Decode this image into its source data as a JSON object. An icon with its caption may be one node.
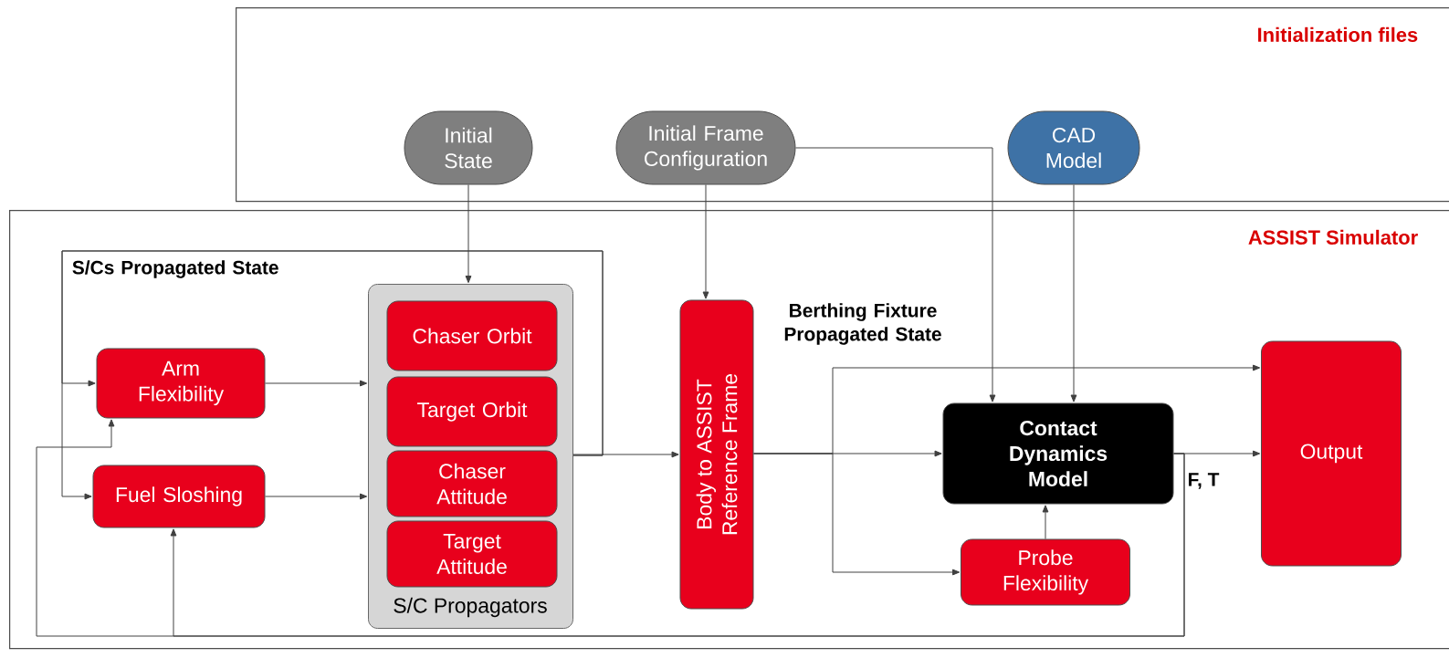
{
  "diagram": {
    "nodes": [
      {
        "text": [
          "Initialization files"
        ]
      },
      {
        "text": [
          "Initial State"
        ],
        "in": 0
      },
      {
        "text": [
          "Initial Frame Configuration"
        ],
        "in": 0
      },
      {
        "text": [
          "CAD Model"
        ],
        "in": 0
      },
      {
        "text": [
          "ASSIST Simulator"
        ]
      },
      {
        "text": [
          "Arm Flexibility"
        ],
        "in": 4
      },
      {
        "text": [
          "Fuel Sloshing"
        ],
        "in": 4
      },
      {
        "text": [
          "S/C Propagators"
        ],
        "in": 4
      },
      {
        "text": [
          "Chaser Orbit"
        ],
        "in": 7
      },
      {
        "text": [
          "Target Orbit"
        ],
        "in": 7
      },
      {
        "text": [
          "Chaser Attitude"
        ],
        "in": 7
      },
      {
        "text": [
          "Target Attitude"
        ],
        "in": 7
      },
      {
        "text": [
          "Body to ASSIST Reference Frame"
        ],
        "in": 4
      },
      {
        "text": [
          "Contact Dynamics Model"
        ],
        "in": 4
      },
      {
        "text": [
          "Probe Flexibility"
        ],
        "in": 4
      },
      {
        "text": [
          "Output"
        ],
        "in": 4
      }
    ],
    "edges": [
      {
        "from": 1,
        "to": 7,
        "arrow": "to"
      },
      {
        "from": 2,
        "to": 12,
        "arrow": "to"
      },
      {
        "from": 2,
        "to": 13,
        "arrow": "to"
      },
      {
        "from": 3,
        "to": 13,
        "arrow": "to"
      },
      {
        "from": 5,
        "to": 7,
        "arrow": "to"
      },
      {
        "from": 6,
        "to": 7,
        "arrow": "to"
      },
      {
        "from": 7,
        "to": 12,
        "arrow": "to"
      },
      {
        "from": 7,
        "to": 5,
        "arrow": "to"
      },
      {
        "from": 7,
        "to": 6,
        "arrow": "to"
      },
      {
        "from": 12,
        "to": 13,
        "arrow": "to"
      },
      {
        "from": 12,
        "to": 15,
        "arrow": "to"
      },
      {
        "from": 12,
        "to": 14,
        "arrow": "to"
      },
      {
        "from": 14,
        "to": 13,
        "arrow": "to"
      },
      {
        "from": 13,
        "to": 15,
        "arrow": "to",
        "label": "F, T"
      },
      {
        "from": 13,
        "to": 5,
        "arrow": "to"
      },
      {
        "from": 13,
        "to": 6,
        "arrow": "to"
      }
    ],
    "labels": [
      "S/Cs Propagated State",
      "Berthing Fixture Propagated State"
    ]
  }
}
